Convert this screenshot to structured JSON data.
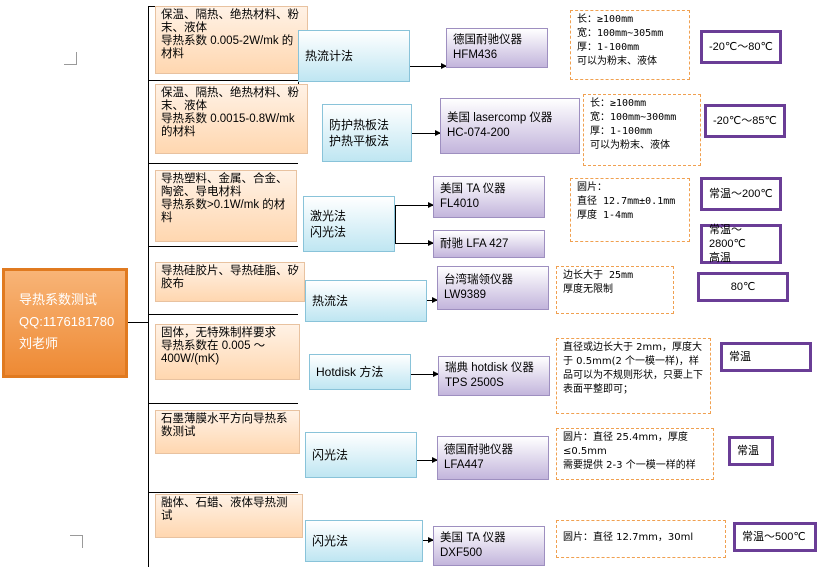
{
  "root": {
    "line1": "导热系数测试",
    "line2": "QQ:1176181780",
    "line3": "刘老师"
  },
  "rows": [
    {
      "desc": "保温、隔热、绝热材料、粉末、液体\n导热系数 0.005-2W/mk 的材料",
      "method": "热流计法",
      "instruments": [
        "德国耐驰仪器\nHFM436"
      ],
      "spec": "长：≥100mm\n宽：100mm~305mm\n厚：1-100mm\n可以为粉末、液体",
      "temps": [
        "-20℃～80℃"
      ]
    },
    {
      "desc": "保温、隔热、绝热材料、粉末、液体\n导热系数 0.0015-0.8W/mk 的材料",
      "method": "防护热板法\n护热平板法",
      "instruments": [
        "美国 lasercomp 仪器\nHC-074-200"
      ],
      "spec": "长：≥100mm\n宽：100mm~300mm\n厚：1-100mm\n可以为粉末、液体",
      "temps": [
        "-20℃～85℃"
      ]
    },
    {
      "desc": "导热塑料、金属、合金、陶瓷、导电材料\n导热系数>0.1W/mk 的材料",
      "method": "激光法\n闪光法",
      "instruments": [
        "美国 TA 仪器\nFL4010",
        "耐驰 LFA 427"
      ],
      "spec": "圆片：\n直径 12.7mm±0.1mm\n厚度 1-4mm",
      "temps": [
        "常温～200℃",
        "常温～2800℃\n高温"
      ]
    },
    {
      "desc": "导热硅胶片、导热硅脂、矽胶布",
      "method": "热流法",
      "instruments": [
        "台湾瑞领仪器\nLW9389"
      ],
      "spec": "边长大于 25mm\n厚度无限制",
      "temps": [
        "80℃"
      ]
    },
    {
      "desc": "固体，无特殊制样要求\n导热系数在 0.005 ～ 400W/(mK)",
      "method": "Hotdisk 方法",
      "instruments": [
        "瑞典 hotdisk 仪器\nTPS 2500S"
      ],
      "spec": "直径或边长大于 2mm，厚度大于 0.5mm(2 个一模一样)，样品可以为不规则形状，只要上下表面平整即可；",
      "temps": [
        "常温"
      ]
    },
    {
      "desc": "石墨薄膜水平方向导热系数测试",
      "method": "闪光法",
      "instruments": [
        "德国耐驰仪器\nLFA447"
      ],
      "spec": "圆片：直径 25.4mm，厚度≤0.5mm\n需要提供 2-3 个一模一样的样",
      "temps": [
        "常温"
      ]
    },
    {
      "desc": "融体、石蜡、液体导热测试",
      "method": "闪光法",
      "instruments": [
        "美国 TA 仪器\nDXF500"
      ],
      "spec": "圆片：直径 12.7mm，30ml",
      "temps": [
        "常温～500℃"
      ]
    }
  ]
}
